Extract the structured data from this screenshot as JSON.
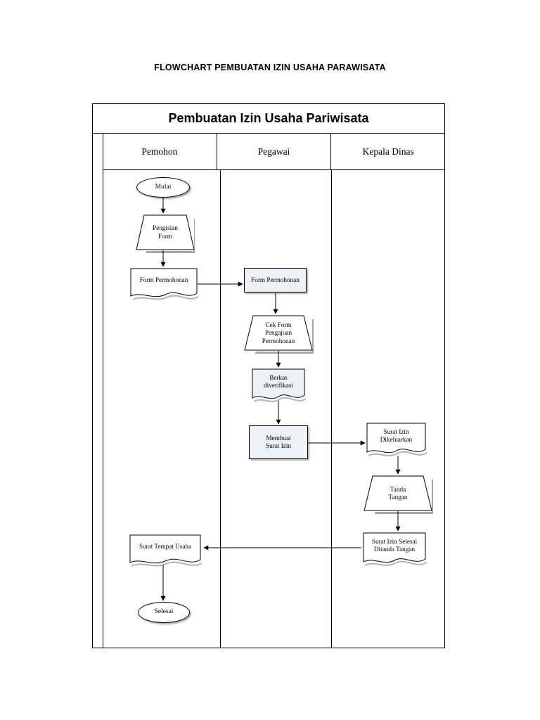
{
  "page": {
    "title": "FLOWCHART PEMBUATAN IZIN USAHA PARAWISATA"
  },
  "diagram": {
    "header_title": "Pembuatan Izin Usaha Pariwisata",
    "lanes": [
      {
        "id": "pemohon",
        "label": "Pemohon"
      },
      {
        "id": "pegawai",
        "label": "Pegawai"
      },
      {
        "id": "kepala-dinas",
        "label": "Kepala Dinas"
      }
    ],
    "fill_white": "#ffffff",
    "fill_shaded": "#eef0f8",
    "stroke": "#000000",
    "nodes": [
      {
        "id": "mulai",
        "lane": "pemohon",
        "type": "terminator",
        "label": "Mulai"
      },
      {
        "id": "pengisian-form",
        "lane": "pemohon",
        "type": "trapezoid",
        "label": "Pengisian\nForm"
      },
      {
        "id": "form-permohonan-1",
        "lane": "pemohon",
        "type": "document",
        "label": "Form Permohonan"
      },
      {
        "id": "form-permohonan-2",
        "lane": "pegawai",
        "type": "rectangle",
        "label": "Form Permohonan"
      },
      {
        "id": "cek-form",
        "lane": "pegawai",
        "type": "trapezoid",
        "label": "Cek Form\nPengajuan\nPermohonan"
      },
      {
        "id": "berkas-diverifikasi",
        "lane": "pegawai",
        "type": "document",
        "label": "Berkas\ndiverifikasi"
      },
      {
        "id": "membuat-surat-izin",
        "lane": "pegawai",
        "type": "rectangle",
        "label": "Membuat\nSurat Izin"
      },
      {
        "id": "surat-izin-dikeluarkan",
        "lane": "kepala-dinas",
        "type": "document",
        "label": "Surat Izin\nDikeluarkan"
      },
      {
        "id": "tanda-tangan",
        "lane": "kepala-dinas",
        "type": "trapezoid",
        "label": "Tanda\nTangan"
      },
      {
        "id": "surat-izin-selesai",
        "lane": "kepala-dinas",
        "type": "document",
        "label": "Surat Izin Selesai\nDitanda Tangan"
      },
      {
        "id": "surat-tempat-usaha",
        "lane": "pemohon",
        "type": "document",
        "label": "Surat Tempat Usaha"
      },
      {
        "id": "selesai",
        "lane": "pemohon",
        "type": "terminator",
        "label": "Selesai"
      }
    ],
    "edges": [
      {
        "from": "mulai",
        "to": "pengisian-form"
      },
      {
        "from": "pengisian-form",
        "to": "form-permohonan-1"
      },
      {
        "from": "form-permohonan-1",
        "to": "form-permohonan-2"
      },
      {
        "from": "form-permohonan-2",
        "to": "cek-form"
      },
      {
        "from": "cek-form",
        "to": "berkas-diverifikasi"
      },
      {
        "from": "berkas-diverifikasi",
        "to": "membuat-surat-izin"
      },
      {
        "from": "membuat-surat-izin",
        "to": "surat-izin-dikeluarkan"
      },
      {
        "from": "surat-izin-dikeluarkan",
        "to": "tanda-tangan"
      },
      {
        "from": "tanda-tangan",
        "to": "surat-izin-selesai"
      },
      {
        "from": "surat-izin-selesai",
        "to": "surat-tempat-usaha"
      },
      {
        "from": "surat-tempat-usaha",
        "to": "selesai"
      }
    ]
  }
}
